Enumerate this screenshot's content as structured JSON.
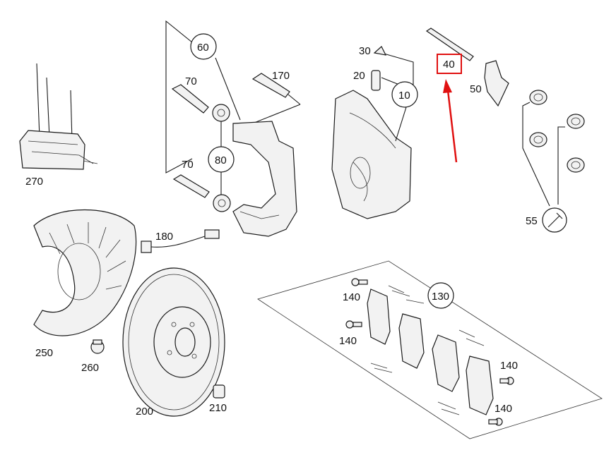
{
  "diagram": {
    "labels": {
      "p10": "10",
      "p20": "20",
      "p30": "30",
      "p40": "40",
      "p50": "50",
      "p55": "55",
      "p60": "60",
      "p70a": "70",
      "p70b": "70",
      "p80": "80",
      "p130": "130",
      "p140a": "140",
      "p140b": "140",
      "p140c": "140",
      "p140d": "140",
      "p170": "170",
      "p180": "180",
      "p200": "200",
      "p210": "210",
      "p250": "250",
      "p260": "260",
      "p270": "270"
    },
    "highlight": {
      "part": "40",
      "color": "#e01010"
    }
  }
}
